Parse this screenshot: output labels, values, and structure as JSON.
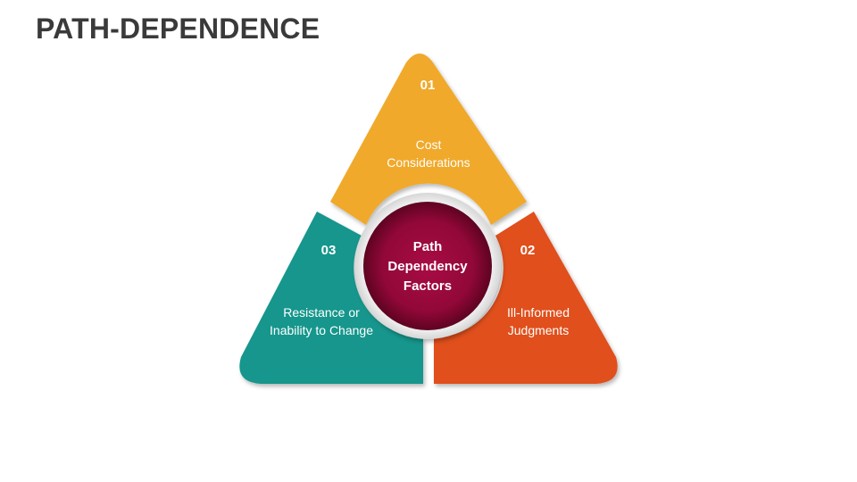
{
  "title": "PATH-DEPENDENCE",
  "center": {
    "lines": [
      "Path",
      "Dependency",
      "Factors"
    ],
    "color": "#9c0a3c"
  },
  "segments": [
    {
      "number": "01",
      "lines": [
        "Cost",
        "Considerations"
      ],
      "color": "#f0a92a"
    },
    {
      "number": "02",
      "lines": [
        "Ill-Informed",
        "Judgments"
      ],
      "color": "#e0501e"
    },
    {
      "number": "03",
      "lines": [
        "Resistance or",
        "Inability to Change"
      ],
      "color": "#14968c"
    }
  ]
}
